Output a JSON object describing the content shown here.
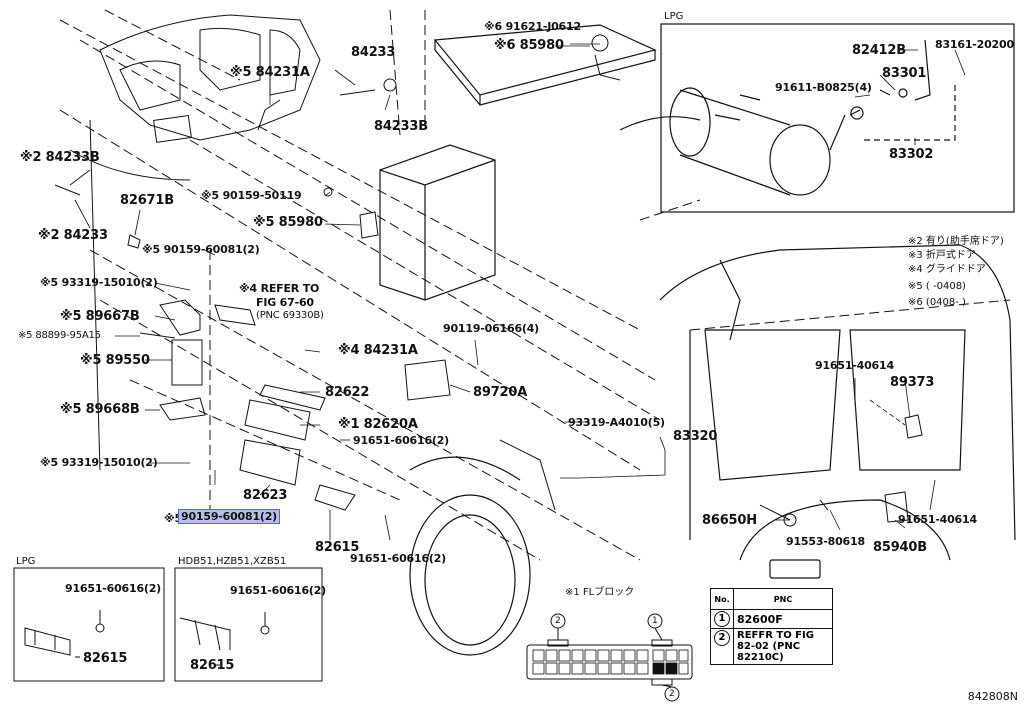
{
  "diagram_code": "842808N",
  "inset_lpg_top": {
    "title": "LPG",
    "parts": [
      "82412B",
      "83161-20200",
      "83301",
      "91611-B0825(4)",
      "83302"
    ]
  },
  "inset_lpg_bottom": {
    "title": "LPG",
    "parts": [
      "91651-60616(2)",
      "82615"
    ]
  },
  "inset_hdb": {
    "title": "HDB51,HZB51,XZB51",
    "parts": [
      "91651-60616(2)",
      "82615"
    ]
  },
  "notes": [
    "※2 有り(助手席ドア)",
    "※3 折戸式ドア",
    "※4 グライドドア",
    "※5 (     -0408)",
    "※6 (0408-      )"
  ],
  "connector": {
    "title": "※1 FLブロック",
    "pin1": "1",
    "pin2": "2",
    "pin2b": "2"
  },
  "pnc_table": {
    "col_no": "No.",
    "col_pnc": "PNC",
    "rows": [
      {
        "no": "1",
        "pnc": "82600F"
      },
      {
        "no": "2",
        "pnc": "REFFR TO FIG 82-02 (PNC 82210C)"
      }
    ]
  },
  "parts": {
    "p_9162": "※6 91621-J0612",
    "p_85980a": "※6 85980",
    "p_84233": "84233",
    "p_84231a": "※5 84231A",
    "p_84233b": "84233B",
    "p_2_84233b": "※2 84233B",
    "p_82671b": "82671B",
    "p_2_84233": "※2 84233",
    "p_5_90159_50119": "※5 90159-50119",
    "p_5_85980": "※5 85980",
    "p_5_90159_60081a": "※5 90159-60081(2)",
    "p_5_93319_15010a": "※5 93319-15010(2)",
    "p_refer": "※4 REFER TO",
    "p_refer2": "FIG 67-60",
    "p_refer3": "(PNC 69330B)",
    "p_5_89667b": "※5 89667B",
    "p_5_88899": "※5 88899-95A15",
    "p_5_89550": "※5 89550",
    "p_4_84231a": "※4 84231A",
    "p_90119": "90119-06166(4)",
    "p_82622": "82622",
    "p_89720a": "89720A",
    "p_5_89668b": "※5 89668B",
    "p_1_82620a": "※1 82620A",
    "p_93319_a4010": "93319-A4010(5)",
    "p_83320": "83320",
    "p_91651_60616a": "91651-60616(2)",
    "p_5_93319_15010b": "※5 93319-15010(2)",
    "p_82623": "82623",
    "p_5_90159_60081b": "90159-60081(2)",
    "p_5_prefix": "※5",
    "p_82615": "82615",
    "p_91651_60616b": "91651-60616(2)",
    "p_91651_40614a": "91651-40614",
    "p_89373": "89373",
    "p_86650h": "86650H",
    "p_91553": "91553-80618",
    "p_85940b": "85940B",
    "p_91651_40614b": "91651-40614"
  }
}
